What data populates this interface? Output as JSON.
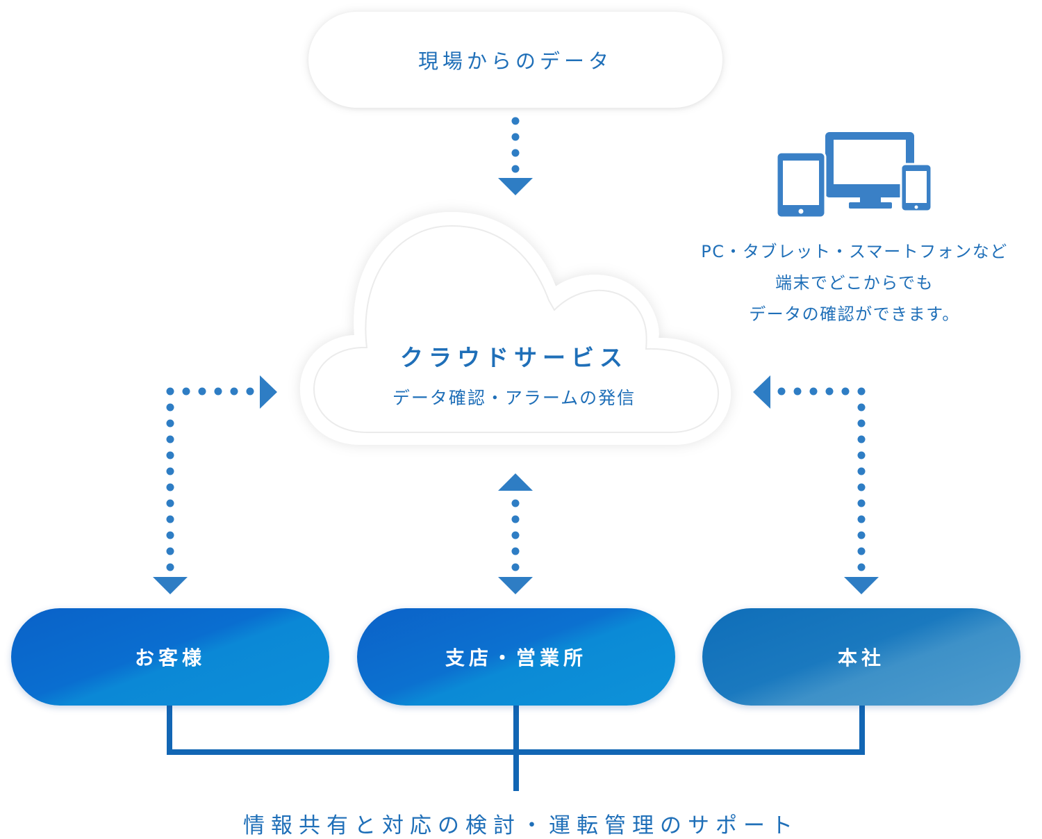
{
  "top_node": {
    "label": "現場からのデータ"
  },
  "cloud": {
    "title": "クラウドサービス",
    "subtitle": "データ確認・アラームの発信"
  },
  "devices": {
    "icon": "devices-icon",
    "caption": [
      "PC・タブレット・スマートフォンなど",
      "端末でどこからでも",
      "データの確認ができます。"
    ]
  },
  "nodes": {
    "customer": "お客様",
    "branch": "支店・営業所",
    "headquarters": "本社"
  },
  "bottom_caption": "情報共有と対応の検討・運転管理のサポート",
  "colors": {
    "primary": "#1f6fb8",
    "dot": "#2e7dc4",
    "pill_blue": "#0a6ed0",
    "pill_light": "#4f9ccd",
    "connector": "#1266b4"
  }
}
